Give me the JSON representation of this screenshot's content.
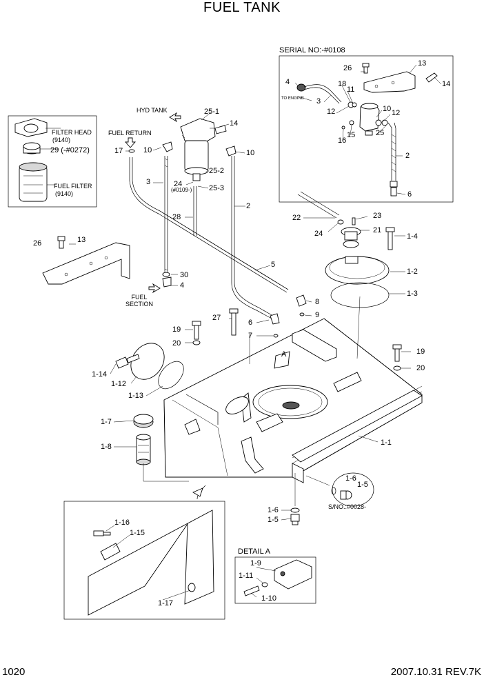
{
  "page": {
    "title": "FUEL TANK",
    "page_number": "1020",
    "date_revision": "2007.10.31  REV.7K"
  },
  "serial_box": {
    "label": "SERIAL NO:-#0108",
    "to_engine": "TO ENGINE",
    "parts": [
      "26",
      "13",
      "14",
      "4",
      "18",
      "11",
      "3",
      "12",
      "10",
      "12",
      "16",
      "15",
      "25",
      "2",
      "6"
    ]
  },
  "filter_box": {
    "filter_head": "FILTER HEAD",
    "filter_head_no": "(9140)",
    "part_29": "29 (-#0272)",
    "fuel_filter": "FUEL FILTER",
    "fuel_filter_no": "(9140)"
  },
  "annotations": {
    "hyd_tank": "HYD TANK",
    "fuel_return": "FUEL RETURN",
    "fuel_section": "FUEL\nSECTION",
    "sn_24": "(#0109-)",
    "detail_a_mark": "A",
    "sn_0028": "S/NO.:#0028-",
    "detail_a": "DETAIL A"
  },
  "callouts": {
    "p17": "17",
    "p10a": "10",
    "p25_1": "25-1",
    "p14": "14",
    "p10b": "10",
    "p3": "3",
    "p24a": "24",
    "p25_2": "25-2",
    "p25_3": "25-3",
    "p2": "2",
    "p28": "28",
    "p26": "26",
    "p13": "13",
    "p30": "30",
    "p4": "4",
    "p5": "5",
    "p22": "22",
    "p23": "23",
    "p21": "21",
    "p24b": "24",
    "p1_4": "1-4",
    "p1_2": "1-2",
    "p1_3": "1-3",
    "p8": "8",
    "p9": "9",
    "p6": "6",
    "p7": "7",
    "p27": "27",
    "p19a": "19",
    "p20a": "20",
    "p19b": "19",
    "p20b": "20",
    "p1_14": "1-14",
    "p1_12": "1-12",
    "p1_13": "1-13",
    "p1_7": "1-7",
    "p1_8": "1-8",
    "p1_1": "1-1",
    "p1_6a": "1-6",
    "p1_5a": "1-5",
    "p1_6b": "1-6",
    "p1_5b": "1-5",
    "p1_16": "1-16",
    "p1_15": "1-15",
    "p1_17": "1-17",
    "p1_9": "1-9",
    "p1_11": "1-11",
    "p1_10": "1-10"
  }
}
